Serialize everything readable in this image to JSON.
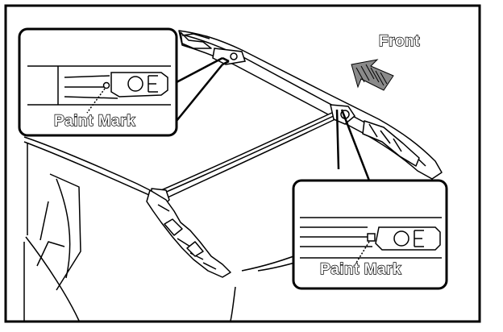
{
  "labels": {
    "front": "Front",
    "paint_mark_left": "Paint Mark",
    "paint_mark_right": "Paint Mark"
  },
  "colors": {
    "line": "#000000",
    "background": "#ffffff",
    "arrow_gray": "#8a8a8a"
  }
}
